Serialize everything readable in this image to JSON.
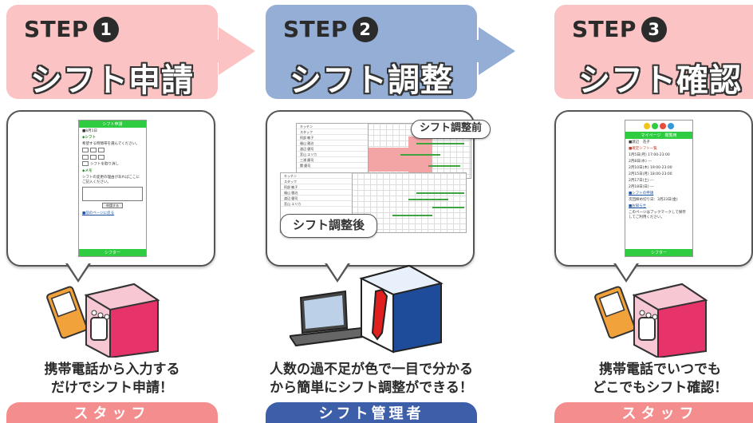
{
  "colors": {
    "staff_banner": "#fbc3c3",
    "manager_banner": "#95aed6",
    "staff_role": "#f48e8e",
    "manager_role": "#3d5ea8",
    "mobile_green": "#2ecc40"
  },
  "steps": [
    {
      "step_label": "STEP",
      "step_number": "1",
      "title": "シフト申請",
      "description_line1": "携帯電話から入力する",
      "description_line2": "だけでシフト申請！",
      "role": "スタッフ"
    },
    {
      "step_label": "STEP",
      "step_number": "2",
      "title": "シフト調整",
      "description_line1": "人数の過不足が色で一目で分かる",
      "description_line2": "から簡単にシフト調整ができる！",
      "role": "シフト管理者",
      "before_label": "シフト調整前",
      "after_label": "シフト調整後"
    },
    {
      "step_label": "STEP",
      "step_number": "3",
      "title": "シフト確認",
      "description_line1": "携帯電話でいつでも",
      "description_line2": "どこでもシフト確認！",
      "role": "スタッフ"
    }
  ],
  "mock_phone_1": {
    "header": "シフト申請",
    "date": "■8月1日",
    "shift_section": "◆シフト",
    "shift_hint": "希望する時間帯を選んでください。",
    "check_label": "シフトを取り消し",
    "memo_section": "◆メモ",
    "memo_hint": "シフトの変更の理由があればここにご記入ください。",
    "submit": "申請する",
    "back_link": "■前のページに戻る",
    "footer": "シフター"
  },
  "mock_phone_3": {
    "header": "マイページ　閲覧用",
    "user": "■渡辺　花子",
    "list_title": "■確定シフト一覧",
    "rows": [
      "1月5日(月) 17:00-23:00",
      "2月8日(水) ---",
      "2月10日(木) 19:00-23:00",
      "2月15日(月) 18:00-23:00",
      "2月17日(土) ---",
      "2月18日(日) ---"
    ],
    "news_title": "■シフトの申請",
    "news_item": "次回締め切り日：3月23日(金)",
    "info_title": "■お知らせ",
    "info_item": "このページはブックマークして保存してご利用ください。",
    "footer": "シフター"
  },
  "mock_schedule": {
    "header_left": "キッチン",
    "col_staff": "スタッフ",
    "staff": [
      "阿部 敏子",
      "福山 雅治",
      "渡辺 健司",
      "宮山 エリカ",
      "三浦 慶司",
      "関 慶司"
    ]
  }
}
